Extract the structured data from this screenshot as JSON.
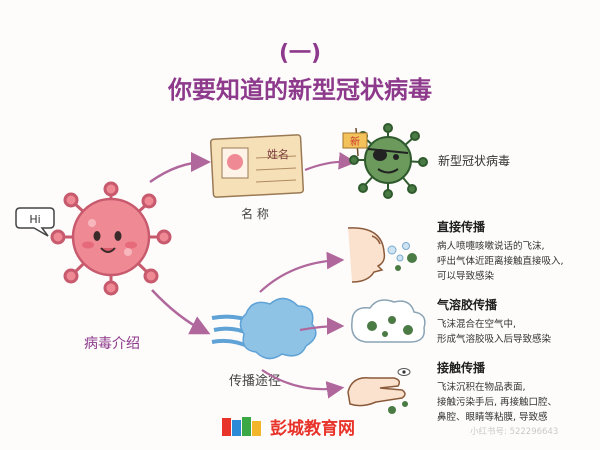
{
  "header": {
    "section": "(一)",
    "title": "你要知道的新型冠状病毒"
  },
  "left": {
    "bubble": "Hi",
    "label": "病毒介绍"
  },
  "name_branch": {
    "card_text": "姓名",
    "label": "名 称",
    "badge": "新",
    "result": "新型冠状病毒"
  },
  "spread_branch": {
    "label": "传播途径",
    "items": [
      {
        "title": "直接传播",
        "lines": [
          "病人喷嚏咳嗽说话的飞沫,",
          "呼出气体近距离接触直接吸入,",
          "可以导致感染"
        ]
      },
      {
        "title": "气溶胶传播",
        "lines": [
          "飞沫混合在空气中,",
          "形成气溶胶吸入后导致感染"
        ]
      },
      {
        "title": "接触传播",
        "lines": [
          "飞沫沉积在物品表面,",
          "接触污染手后, 再接触口腔、",
          "鼻腔、眼睛等粘膜, 导致感"
        ]
      }
    ]
  },
  "footer": {
    "brand": "彭城教育网",
    "watermark": "小红书号: 522296643"
  },
  "colors": {
    "title": "#8e3a8c",
    "arrow": "#b0679c",
    "virus": "#ef8a94",
    "virus_dark": "#c85a6e",
    "green_virus": "#4a7b45",
    "cloud": "#8ec3e6",
    "brand": "#e8332a"
  }
}
